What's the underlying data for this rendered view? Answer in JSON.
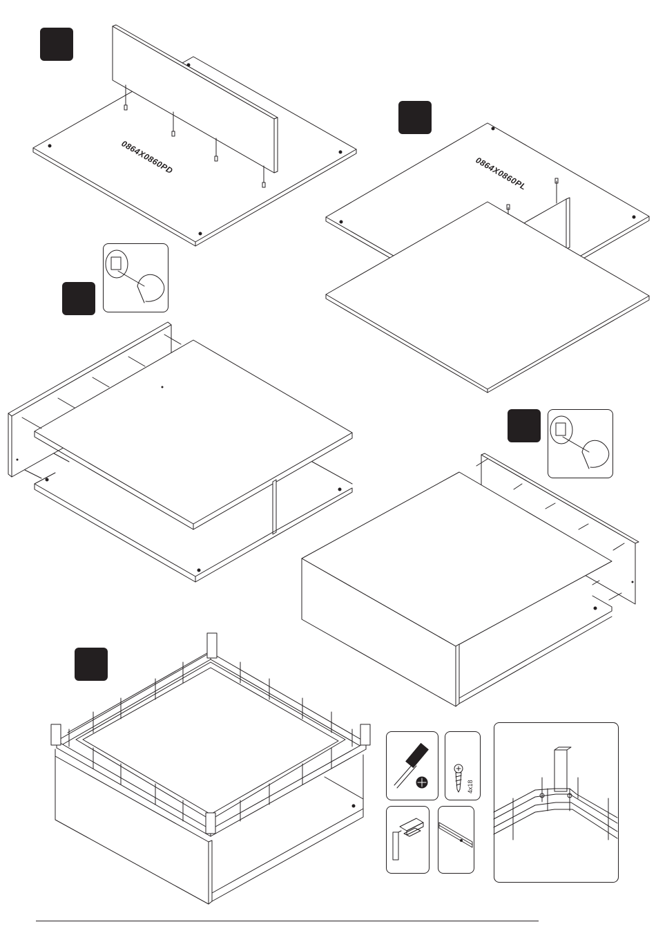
{
  "steps": [
    {
      "id": "step-1"
    },
    {
      "id": "step-2"
    },
    {
      "id": "step-3"
    },
    {
      "id": "step-4"
    },
    {
      "id": "step-5"
    }
  ],
  "parts": {
    "bottom_panel_code": "0864X0860PD",
    "top_panel_code": "0864X0860PL"
  },
  "hardware": {
    "screw_spec": "4x18",
    "tool": "phillips-screwdriver",
    "icons": [
      "cam-lock-tighten-icon",
      "screwdriver-icon",
      "screw-icon",
      "corner-bracket-icon",
      "rail-icon"
    ]
  },
  "colors": {
    "ink": "#231f20",
    "paper": "#ffffff"
  }
}
